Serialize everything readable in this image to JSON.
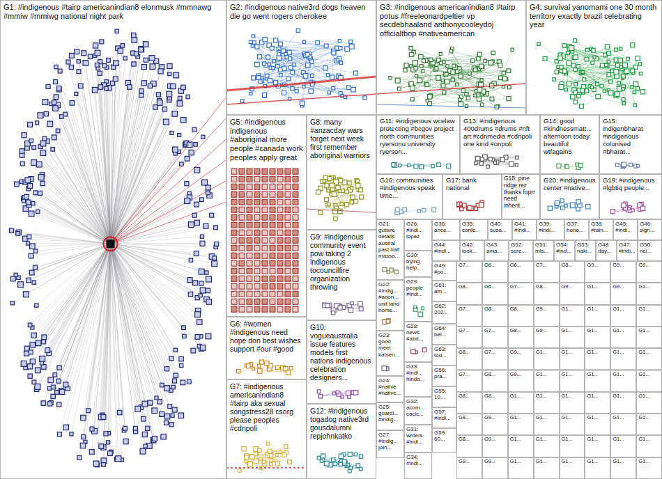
{
  "diagram": {
    "nodes": [
      {
        "text": [
          "G1: #indigenous #tairp americanindian8 elonmusk #mmnawg #mmiw #mmiwg national night park"
        ]
      },
      {
        "text": [
          "G2: #indigenous native3rd dogs heaven die go went rogers cherokee"
        ]
      },
      {
        "text": [
          "G3: #indigenous americanindian8 #tairp potus #freeleonardpeltier vp secdebhaaland anthonycooleydoj officialfbop #nativeamerican"
        ]
      },
      {
        "text": [
          "G4: survival yanomami one 30 month territory exactly brazil celebrating year"
        ]
      },
      {
        "text": [
          "G5: #indigenous indigenous #aboriginal more people #canada work peoples apply great"
        ]
      },
      {
        "text": [
          "G8: many #anzacday wars forget next week first remember aboriginal warriors"
        ]
      },
      {
        "text": [
          "G11: #indigenous wcelaw protecting #bcgov project north communities ryersonu university ryerson..."
        ]
      },
      {
        "text": [
          "G13: #indigenous 400drums #drums #nft art #cdnmedia #cdnpoli one kind #onpoli"
        ]
      },
      {
        "text": [
          "G14: good #kindnessmatt... afternoon today beautiful wtfagain5"
        ]
      },
      {
        "text": [
          "G15: indigenbharat #indigenous colonised #bharat..."
        ]
      },
      {
        "text": [
          "G16: communities #indigenous speak time..."
        ]
      },
      {
        "text": [
          "G17: bank national"
        ]
      },
      {
        "text": [
          "G18: pine ridge rez thanks foprr need inherit..."
        ]
      },
      {
        "text": [
          "G20: #indigenous center #native..."
        ]
      },
      {
        "text": [
          "G19: #indigenous #lgbtiq people..."
        ]
      },
      {
        "text": [
          "G9: #indigenous community event pow taking 2 indigenous tocouncilfire organization throwing"
        ]
      },
      {
        "text": [
          "G6: #women #indigenous need hope don best wishes support #our #good"
        ]
      },
      {
        "text": [
          "G10: vogueaustralia issue features models first nations indigenous celebration designers..."
        ]
      },
      {
        "text": [
          "G7: #indigenous americanindian8 #tairp aka sexual songstress28 csorg please peoples #cdnpoli"
        ]
      },
      {
        "text": [
          "G12: #indigenous togadog native3rd gousdalumni repjohnkatko"
        ]
      },
      {
        "text": [
          "G21: gutwre details austral past half massa..."
        ]
      },
      {
        "text": [
          "G26: #indi... lopez"
        ]
      },
      {
        "text": [
          "G36: ance..."
        ]
      },
      {
        "text": [
          "G35: confe..."
        ]
      },
      {
        "text": [
          "G40: susa..."
        ]
      },
      {
        "text": [
          "G41: #indi..."
        ]
      },
      {
        "text": [
          "G39: #indi..."
        ]
      },
      {
        "text": [
          "G37: hono..."
        ]
      },
      {
        "text": [
          "G38: #rain..."
        ]
      },
      {
        "text": [
          "G45: #indi..."
        ]
      },
      {
        "text": [
          "G46: sign..."
        ]
      },
      {
        "text": [
          "G44: #indi..."
        ]
      },
      {
        "text": [
          "G42: look..."
        ]
      },
      {
        "text": [
          "G43: ama..."
        ]
      },
      {
        "text": [
          "G52: scre..."
        ]
      },
      {
        "text": [
          "G51: mis..."
        ]
      },
      {
        "text": [
          "G54: #ind..."
        ]
      },
      {
        "text": [
          "G53: naki..."
        ]
      },
      {
        "text": [
          "G48: day..."
        ]
      },
      {
        "text": [
          "G47: #indi..."
        ]
      },
      {
        "text": [
          "G50: nci..."
        ]
      },
      {
        "text": [
          "G30: trying help..."
        ]
      },
      {
        "text": [
          "G49: #po..."
        ]
      },
      {
        "text": [
          "G22: #indig... #anon... unit land home..."
        ]
      },
      {
        "text": [
          "G29: people #indi..."
        ]
      },
      {
        "text": [
          "G61: afri..."
        ]
      },
      {
        "text": [
          "G62: 202..."
        ]
      },
      {
        "text": [
          "G28: news #abd..."
        ]
      },
      {
        "text": [
          "G64: bei..."
        ]
      },
      {
        "text": [
          "G23: good meet katsen..."
        ]
      },
      {
        "text": [
          "G63: tod..."
        ]
      },
      {
        "text": [
          "G33: #indi... hindo..."
        ]
      },
      {
        "text": [
          "G56: pra..."
        ]
      },
      {
        "text": [
          "G24: #native #native..."
        ]
      },
      {
        "text": [
          "G55: 10..."
        ]
      },
      {
        "text": [
          "G32: acom... cacic..."
        ]
      },
      {
        "text": [
          "G25: guardi... #indig..."
        ]
      },
      {
        "text": [
          "G57: #indi..."
        ]
      },
      {
        "text": [
          "G31: writers #indi..."
        ]
      },
      {
        "text": [
          "G59: 60..."
        ]
      },
      {
        "text": [
          "G27: #indig... join..."
        ]
      },
      {
        "text": [
          "G34: #indi..."
        ]
      },
      {
        "text": [
          "G7..."
        ]
      },
      {
        "text": [
          "G6..."
        ]
      },
      {
        "text": [
          "G6..."
        ]
      },
      {
        "text": [
          "G7..."
        ]
      },
      {
        "text": [
          "G8..."
        ]
      },
      {
        "text": [
          "G9..."
        ]
      },
      {
        "text": [
          "G9..."
        ]
      },
      {
        "text": [
          "G9..."
        ]
      },
      {
        "text": [
          "G8..."
        ]
      },
      {
        "text": [
          "G6..."
        ]
      },
      {
        "text": [
          "G7..."
        ]
      },
      {
        "text": [
          "G8..."
        ]
      },
      {
        "text": [
          "G9..."
        ]
      },
      {
        "text": [
          "G1..."
        ]
      },
      {
        "text": [
          "G9..."
        ]
      },
      {
        "text": [
          "G1..."
        ]
      },
      {
        "text": [
          "G7..."
        ]
      },
      {
        "text": [
          "G8..."
        ]
      },
      {
        "text": [
          "G8..."
        ]
      },
      {
        "text": [
          "G9..."
        ]
      },
      {
        "text": [
          "G1..."
        ]
      },
      {
        "text": [
          "G1..."
        ]
      },
      {
        "text": [
          "G1..."
        ]
      },
      {
        "text": [
          "G1..."
        ]
      },
      {
        "text": [
          "G7..."
        ]
      },
      {
        "text": [
          "G7..."
        ]
      },
      {
        "text": [
          "G8..."
        ]
      },
      {
        "text": [
          "G9..."
        ]
      },
      {
        "text": [
          "G1..."
        ]
      },
      {
        "text": [
          "G1..."
        ]
      },
      {
        "text": [
          "G1..."
        ]
      },
      {
        "text": [
          "G1..."
        ]
      },
      {
        "text": [
          "G8..."
        ]
      },
      {
        "text": [
          "G7..."
        ]
      },
      {
        "text": [
          "G9..."
        ]
      },
      {
        "text": [
          "G1..."
        ]
      },
      {
        "text": [
          "G1..."
        ]
      },
      {
        "text": [
          "G1..."
        ]
      },
      {
        "text": [
          "G1..."
        ]
      },
      {
        "text": [
          "G1..."
        ]
      },
      {
        "text": [
          "G7..."
        ]
      },
      {
        "text": [
          "G8..."
        ]
      },
      {
        "text": [
          "G9..."
        ]
      },
      {
        "text": [
          "G1..."
        ]
      },
      {
        "text": [
          "G1..."
        ]
      },
      {
        "text": [
          "G1..."
        ]
      },
      {
        "text": [
          "G1..."
        ]
      },
      {
        "text": [
          "G1..."
        ]
      },
      {
        "text": [
          "G8..."
        ]
      },
      {
        "text": [
          "G8..."
        ]
      },
      {
        "text": [
          "G1..."
        ]
      },
      {
        "text": [
          "G1..."
        ]
      },
      {
        "text": [
          "G1..."
        ]
      },
      {
        "text": [
          "G1..."
        ]
      },
      {
        "text": [
          "G1..."
        ]
      },
      {
        "text": [
          "G1..."
        ]
      },
      {
        "text": [
          "G8..."
        ]
      },
      {
        "text": [
          "G9..."
        ]
      },
      {
        "text": [
          "G1..."
        ]
      },
      {
        "text": [
          "G1..."
        ]
      },
      {
        "text": [
          "G1..."
        ]
      },
      {
        "text": [
          "G1..."
        ]
      },
      {
        "text": [
          "G1..."
        ]
      },
      {
        "text": [
          "G1..."
        ]
      },
      {
        "text": [
          "G8..."
        ]
      },
      {
        "text": [
          "G9..."
        ]
      },
      {
        "text": [
          "G1..."
        ]
      },
      {
        "text": [
          "G1..."
        ]
      },
      {
        "text": [
          "G1..."
        ]
      },
      {
        "text": [
          "G1..."
        ]
      },
      {
        "text": [
          "G1..."
        ]
      },
      {
        "text": [
          "G1..."
        ]
      },
      {
        "text": [
          "G9..."
        ]
      },
      {
        "text": [
          "G9..."
        ]
      },
      {
        "text": [
          "G1..."
        ]
      },
      {
        "text": [
          "G1..."
        ]
      },
      {
        "text": [
          "G1..."
        ]
      },
      {
        "text": [
          "G1..."
        ]
      },
      {
        "text": [
          "G1..."
        ]
      },
      {
        "text": [
          "G1..."
        ]
      }
    ],
    "edges": [
      {
        "from": 0,
        "to": 2,
        "arrow": "none"
      },
      {
        "from": 0,
        "to": 3,
        "arrow": "none"
      },
      {
        "from": 0,
        "to": 19,
        "arrow": "none"
      },
      {
        "from": 4,
        "to": 10,
        "arrow": "none"
      },
      {
        "from": 1,
        "to": 3,
        "arrow": "none"
      }
    ]
  }
}
